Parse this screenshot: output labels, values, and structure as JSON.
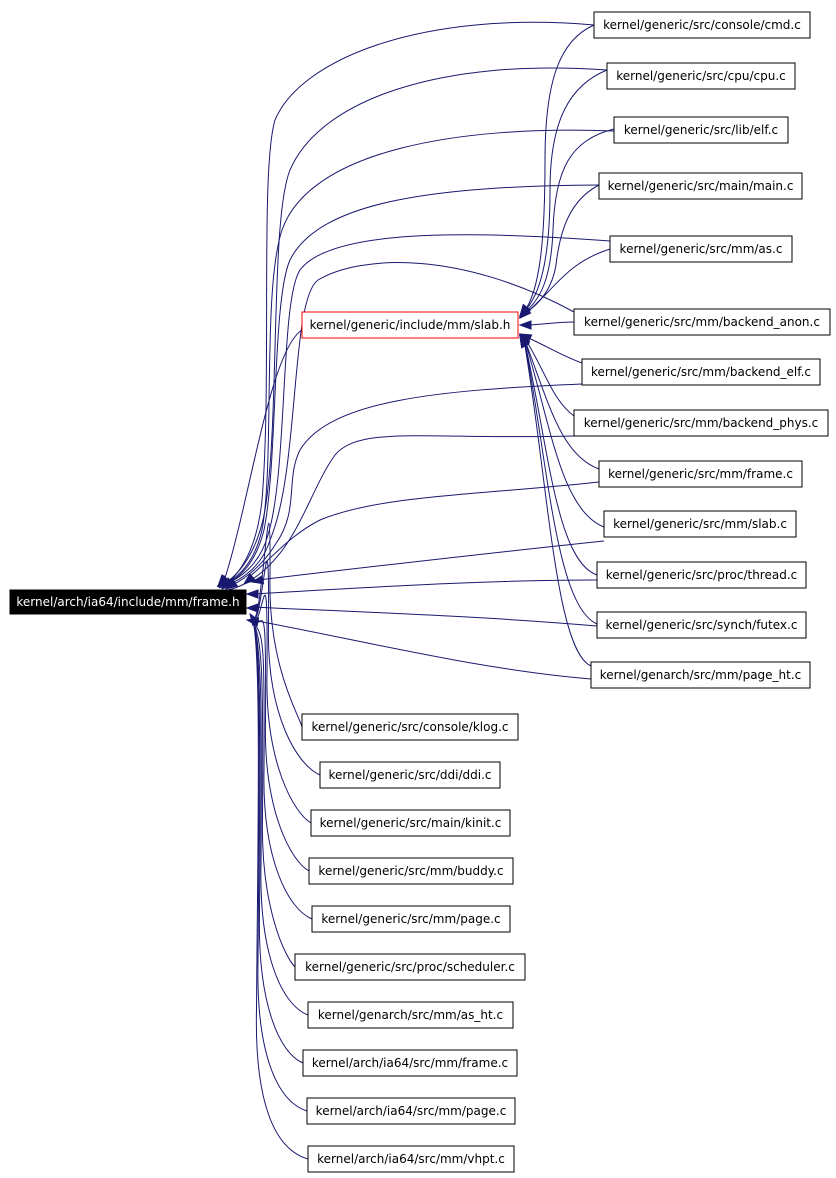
{
  "graph": {
    "edge_color": "#191970",
    "root": {
      "label": "kernel/arch/ia64/include/mm/frame.h"
    },
    "slab": {
      "label": "kernel/generic/include/mm/slab.h",
      "border_color": "#ff0000"
    },
    "nodes": [
      "kernel/generic/src/console/cmd.c",
      "kernel/generic/src/cpu/cpu.c",
      "kernel/generic/src/lib/elf.c",
      "kernel/generic/src/main/main.c",
      "kernel/generic/src/mm/as.c",
      "kernel/generic/src/mm/backend_anon.c",
      "kernel/generic/src/mm/backend_elf.c",
      "kernel/generic/src/mm/backend_phys.c",
      "kernel/generic/src/mm/frame.c",
      "kernel/generic/src/mm/slab.c",
      "kernel/generic/src/proc/thread.c",
      "kernel/generic/src/synch/futex.c",
      "kernel/genarch/src/mm/page_ht.c",
      "kernel/generic/src/console/klog.c",
      "kernel/generic/src/ddi/ddi.c",
      "kernel/generic/src/main/kinit.c",
      "kernel/generic/src/mm/buddy.c",
      "kernel/generic/src/mm/page.c",
      "kernel/generic/src/proc/scheduler.c",
      "kernel/genarch/src/mm/as_ht.c",
      "kernel/arch/ia64/src/mm/frame.c",
      "kernel/arch/ia64/src/mm/page.c",
      "kernel/arch/ia64/src/mm/vhpt.c"
    ]
  }
}
